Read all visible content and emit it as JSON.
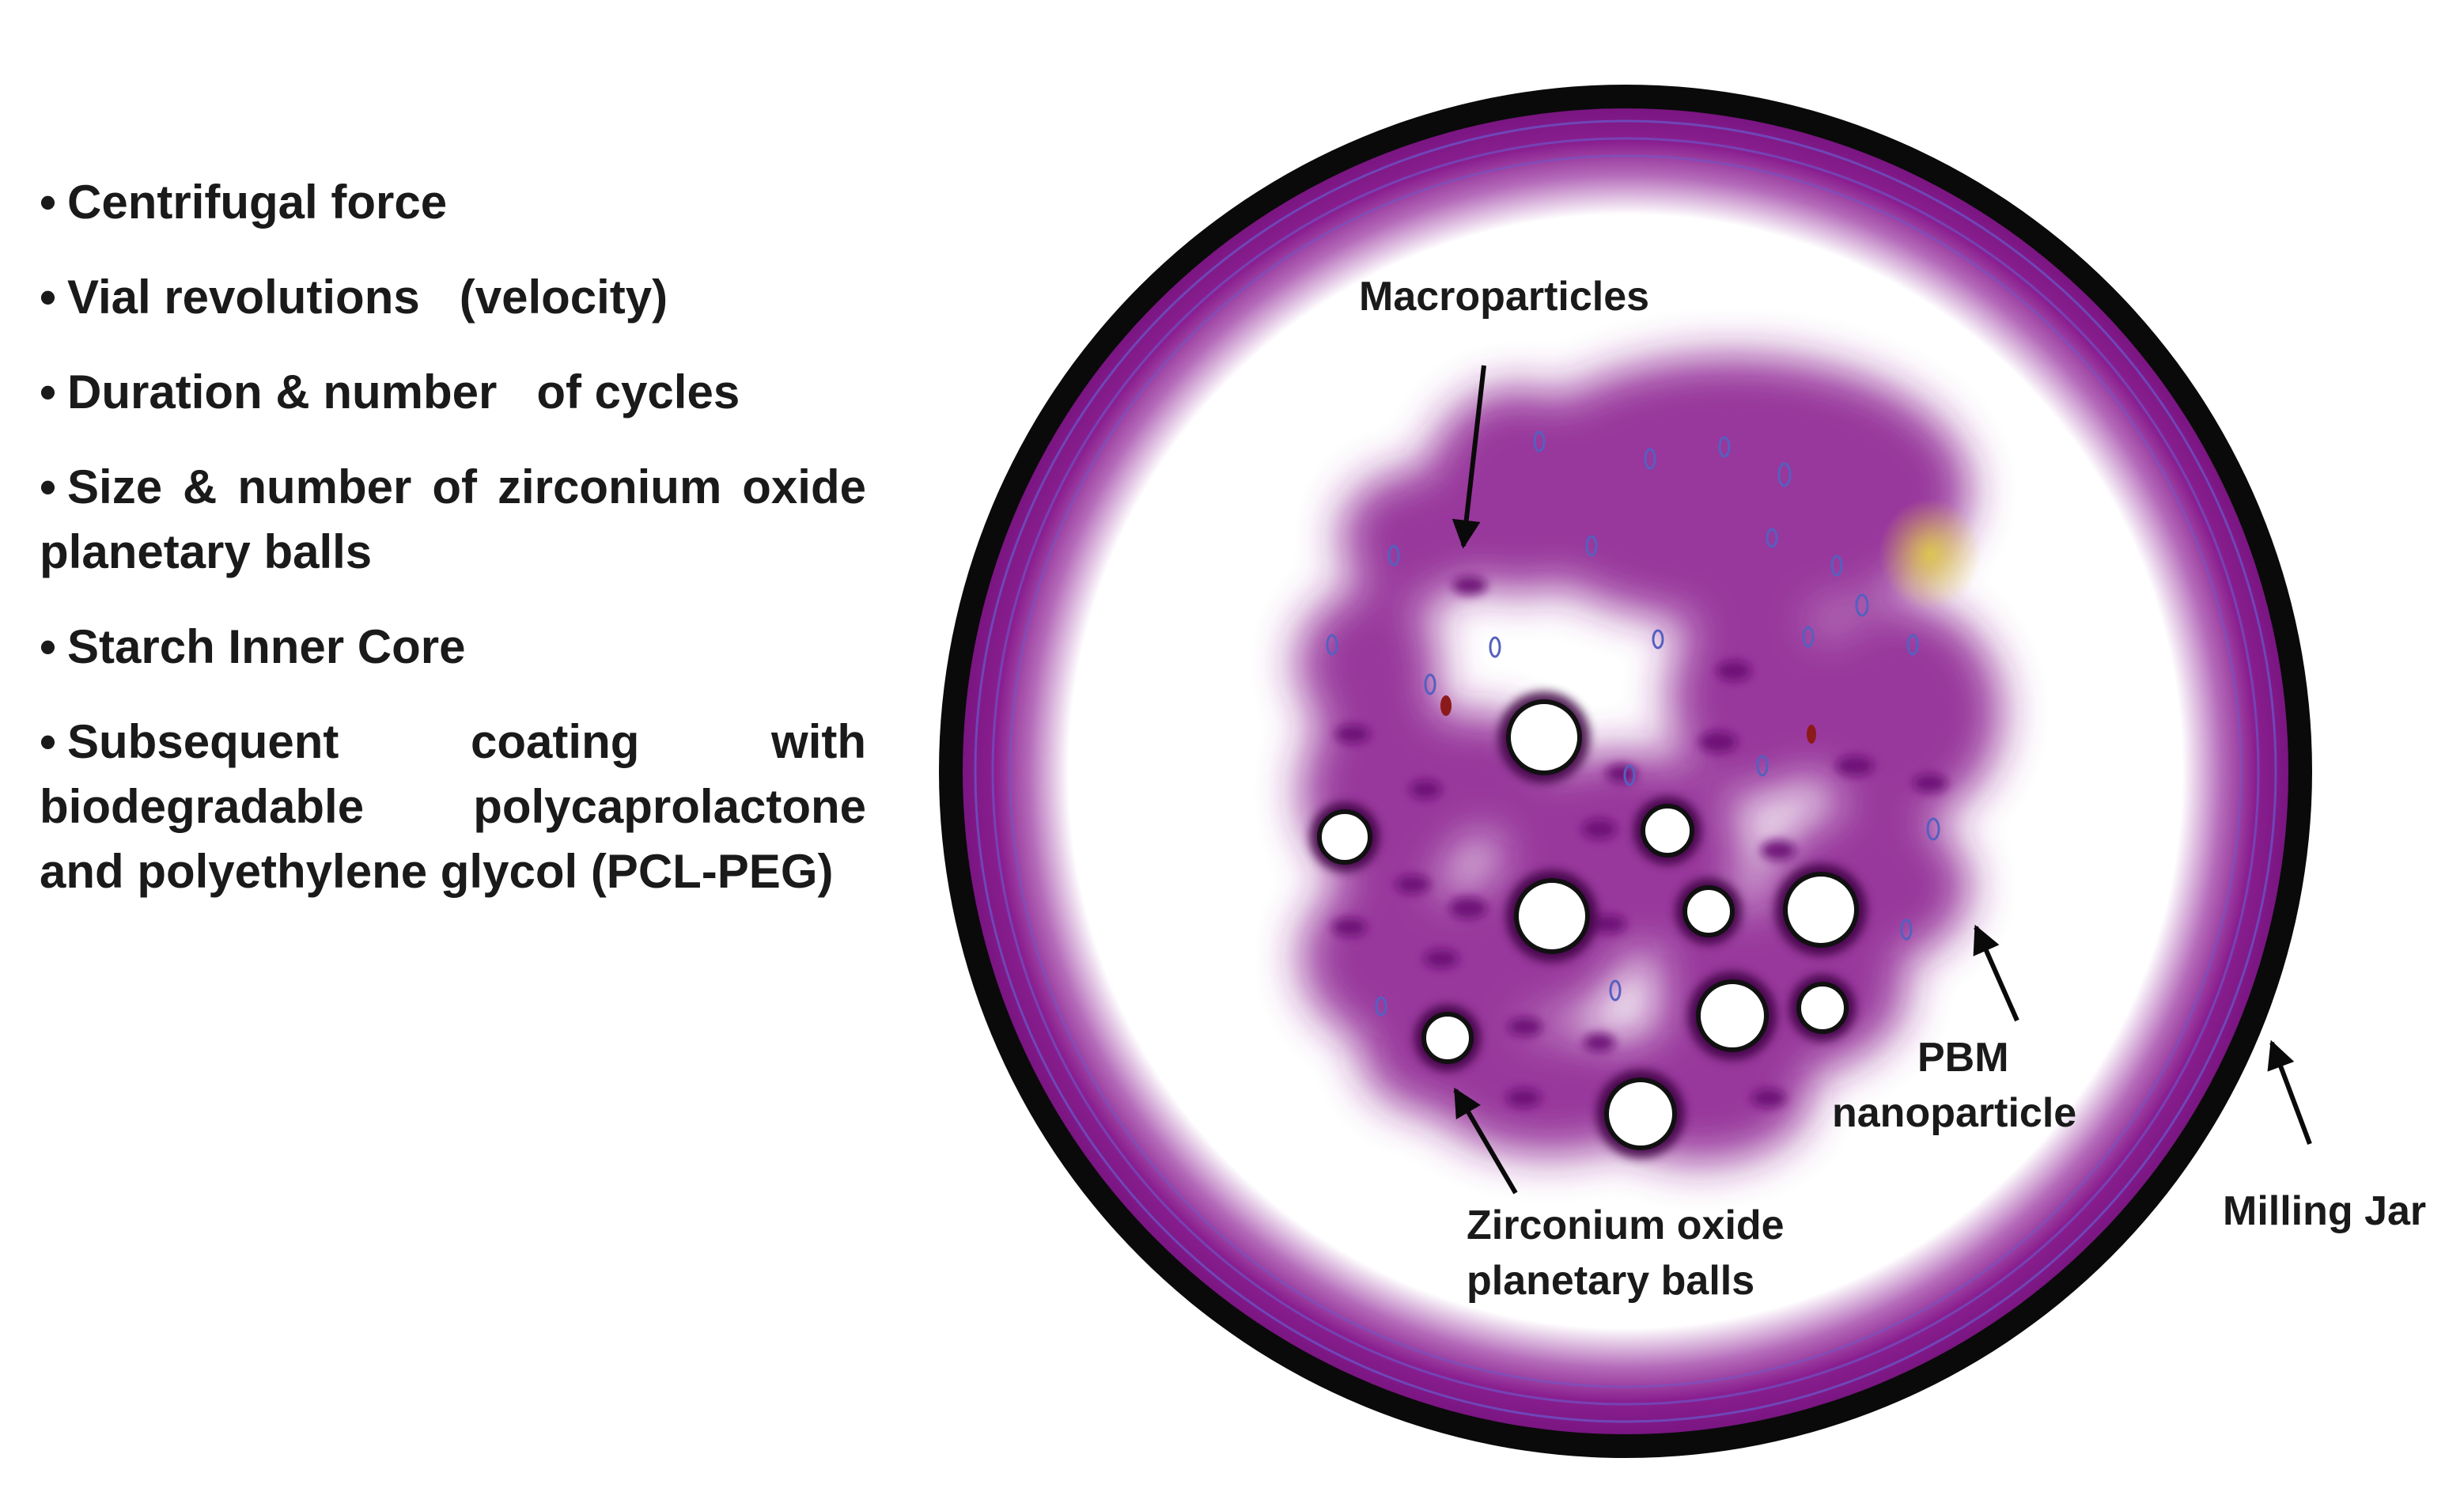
{
  "bullets": [
    "Centrifugal force",
    "Vial revolutions   (velocity)",
    "Duration & number   of cycles",
    "Size & number of zirconium oxide planetary balls",
    "Starch Inner Core",
    "Subsequent coating with biodegradable polycaprolactone and polyethylene glycol (PCL-PEG)"
  ],
  "labels": {
    "macroparticles": "Macroparticles",
    "pbm_line1": "PBM",
    "pbm_line2": "nanoparticle",
    "zirconium_line1": "Zirconium oxide",
    "zirconium_line2": "planetary balls",
    "milling_jar": "Milling Jar"
  },
  "colors": {
    "jar_ring": "#0a0a0a",
    "purple": "#8a1f8f",
    "dark_purple": "#6a0f74",
    "accent_red": "#8b1a1a",
    "highlight": "#d8c33a"
  }
}
